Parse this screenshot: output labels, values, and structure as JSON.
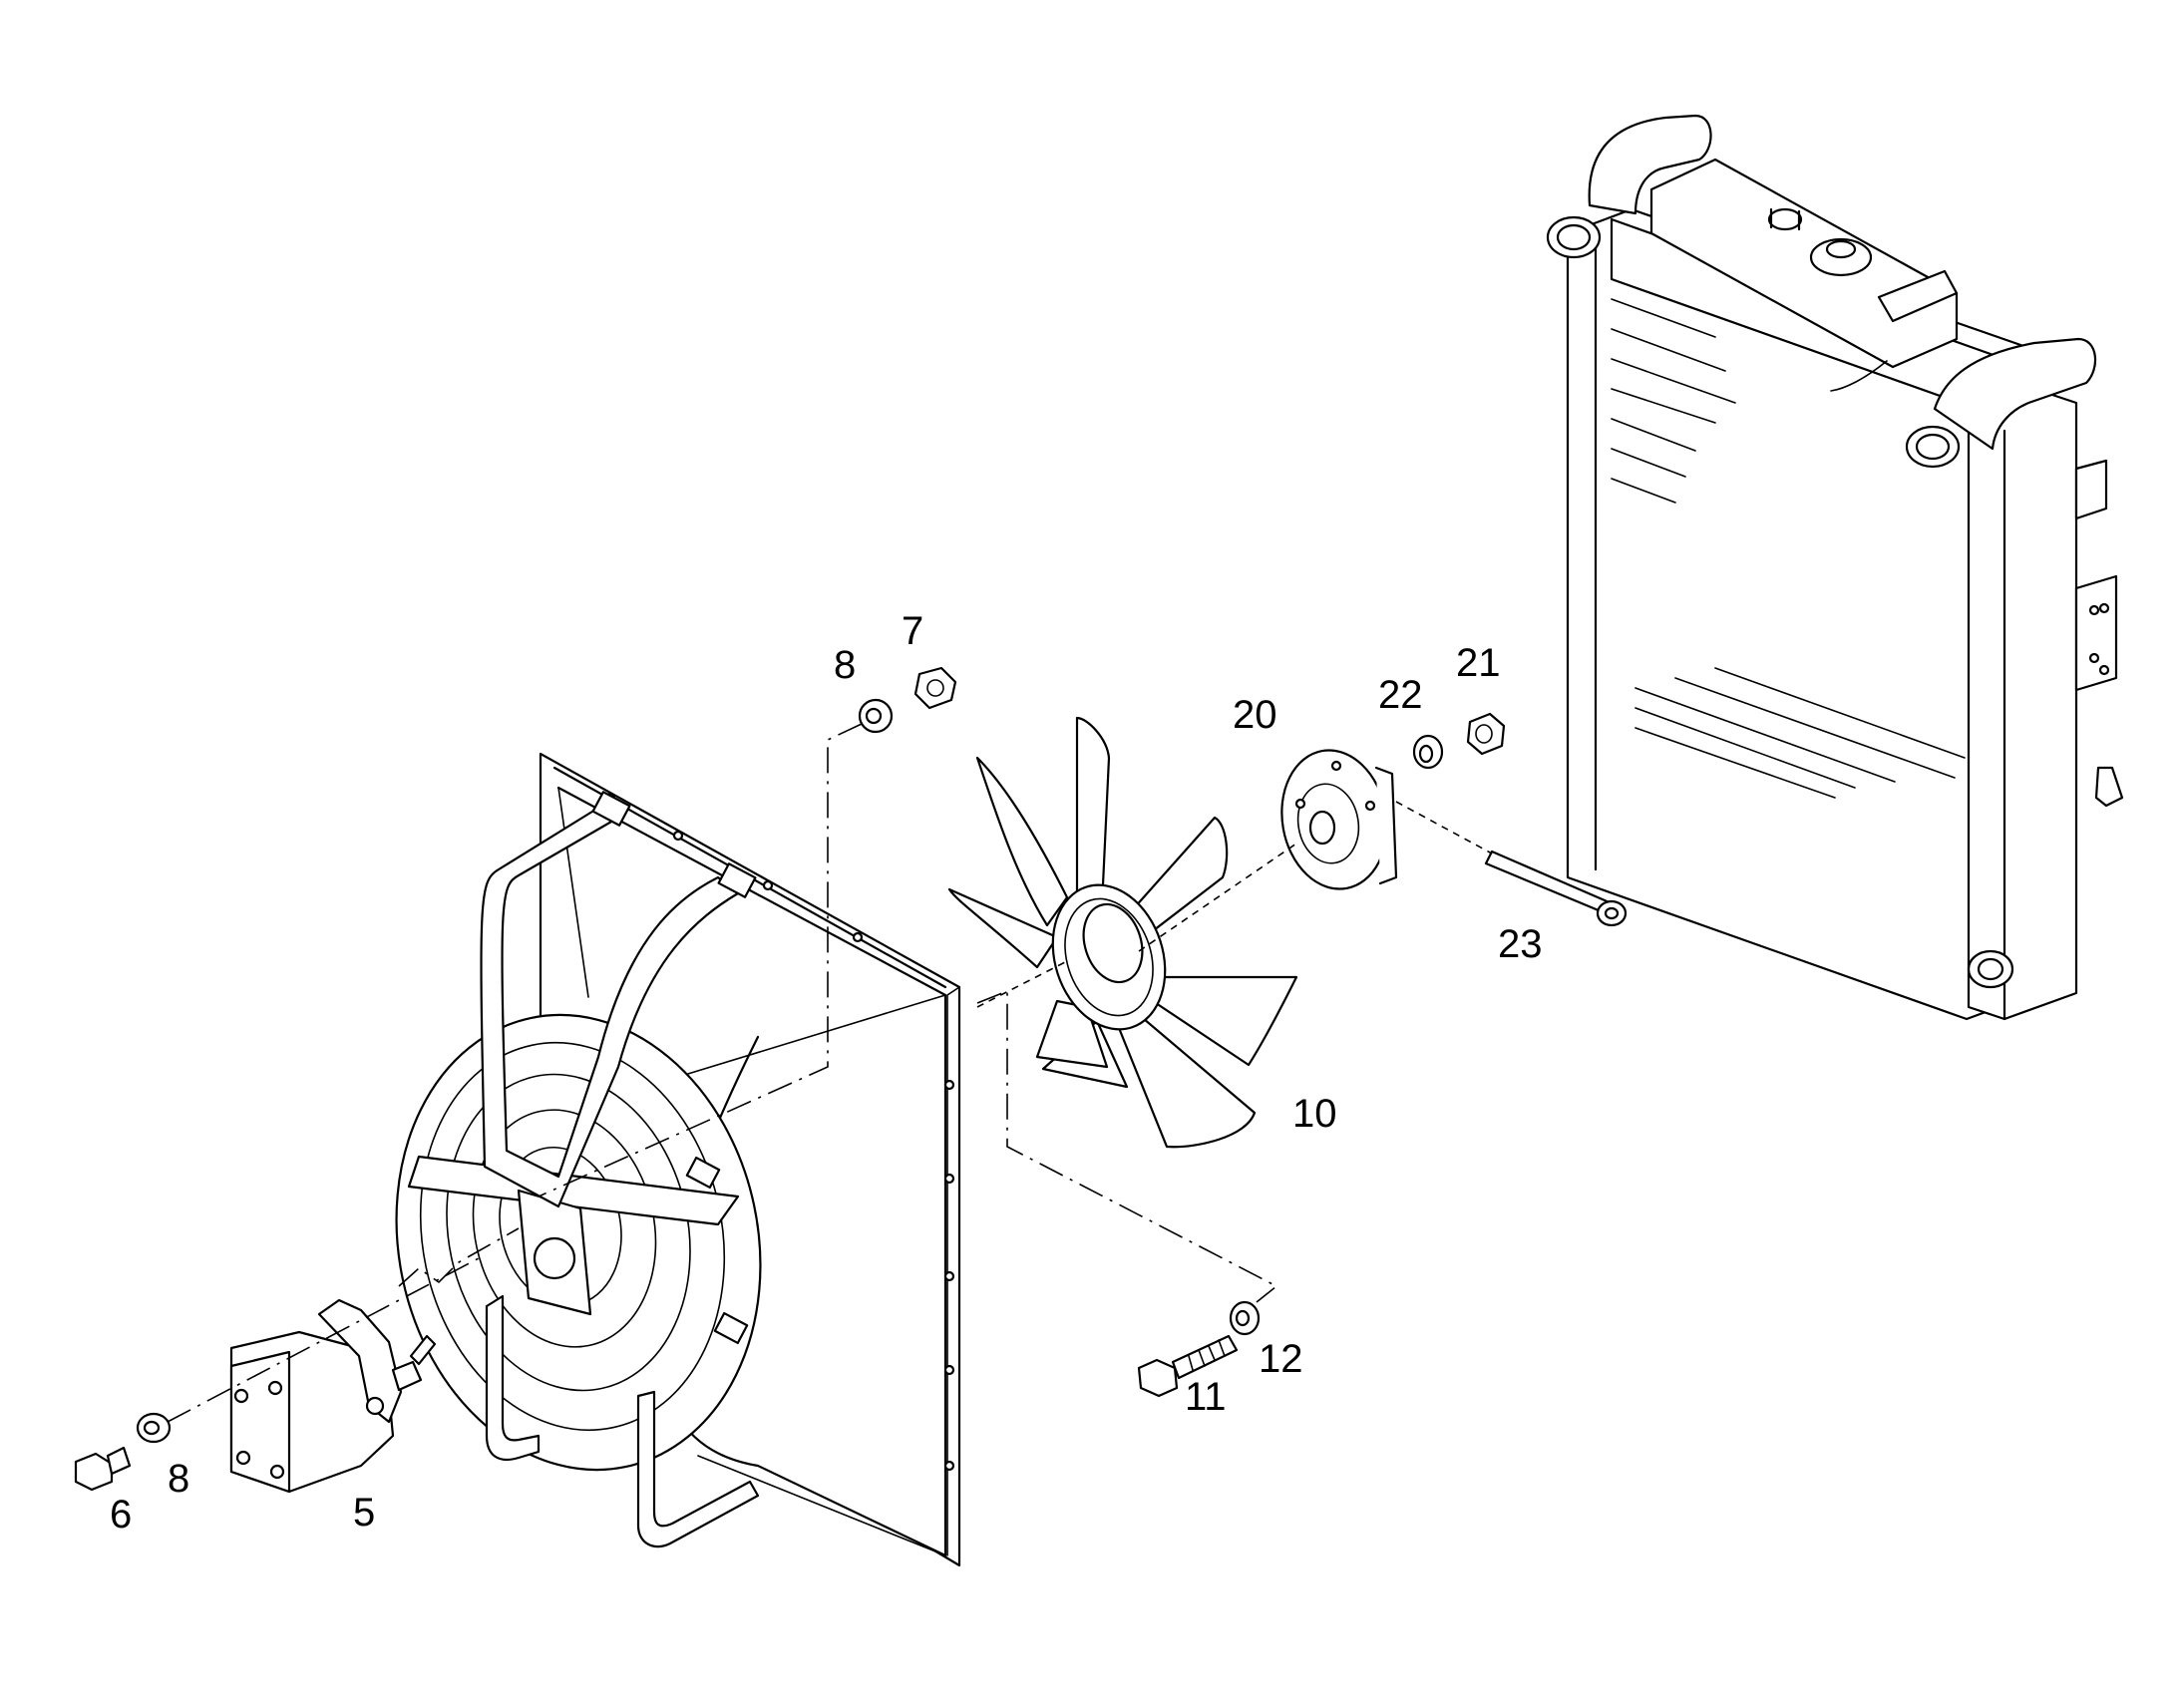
{
  "diagram": {
    "kind": "exploded parts view",
    "callouts": [
      {
        "id": "c7",
        "number": "7",
        "part": "nut"
      },
      {
        "id": "c8a",
        "number": "8",
        "part": "washer"
      },
      {
        "id": "c20",
        "number": "20",
        "part": "hub flange"
      },
      {
        "id": "c22",
        "number": "22",
        "part": "washer"
      },
      {
        "id": "c21",
        "number": "21",
        "part": "nut"
      },
      {
        "id": "c23",
        "number": "23",
        "part": "pin"
      },
      {
        "id": "c10",
        "number": "10",
        "part": "fan impeller"
      },
      {
        "id": "c11",
        "number": "11",
        "part": "bolt"
      },
      {
        "id": "c12",
        "number": "12",
        "part": "washer"
      },
      {
        "id": "c6",
        "number": "6",
        "part": "bolt"
      },
      {
        "id": "c8b",
        "number": "8",
        "part": "washer"
      },
      {
        "id": "c5",
        "number": "5",
        "part": "motor"
      }
    ],
    "components": [
      "radiator",
      "fan shroud",
      "fan guard",
      "fan impeller",
      "hub flange",
      "hydraulic motor",
      "fasteners"
    ]
  }
}
